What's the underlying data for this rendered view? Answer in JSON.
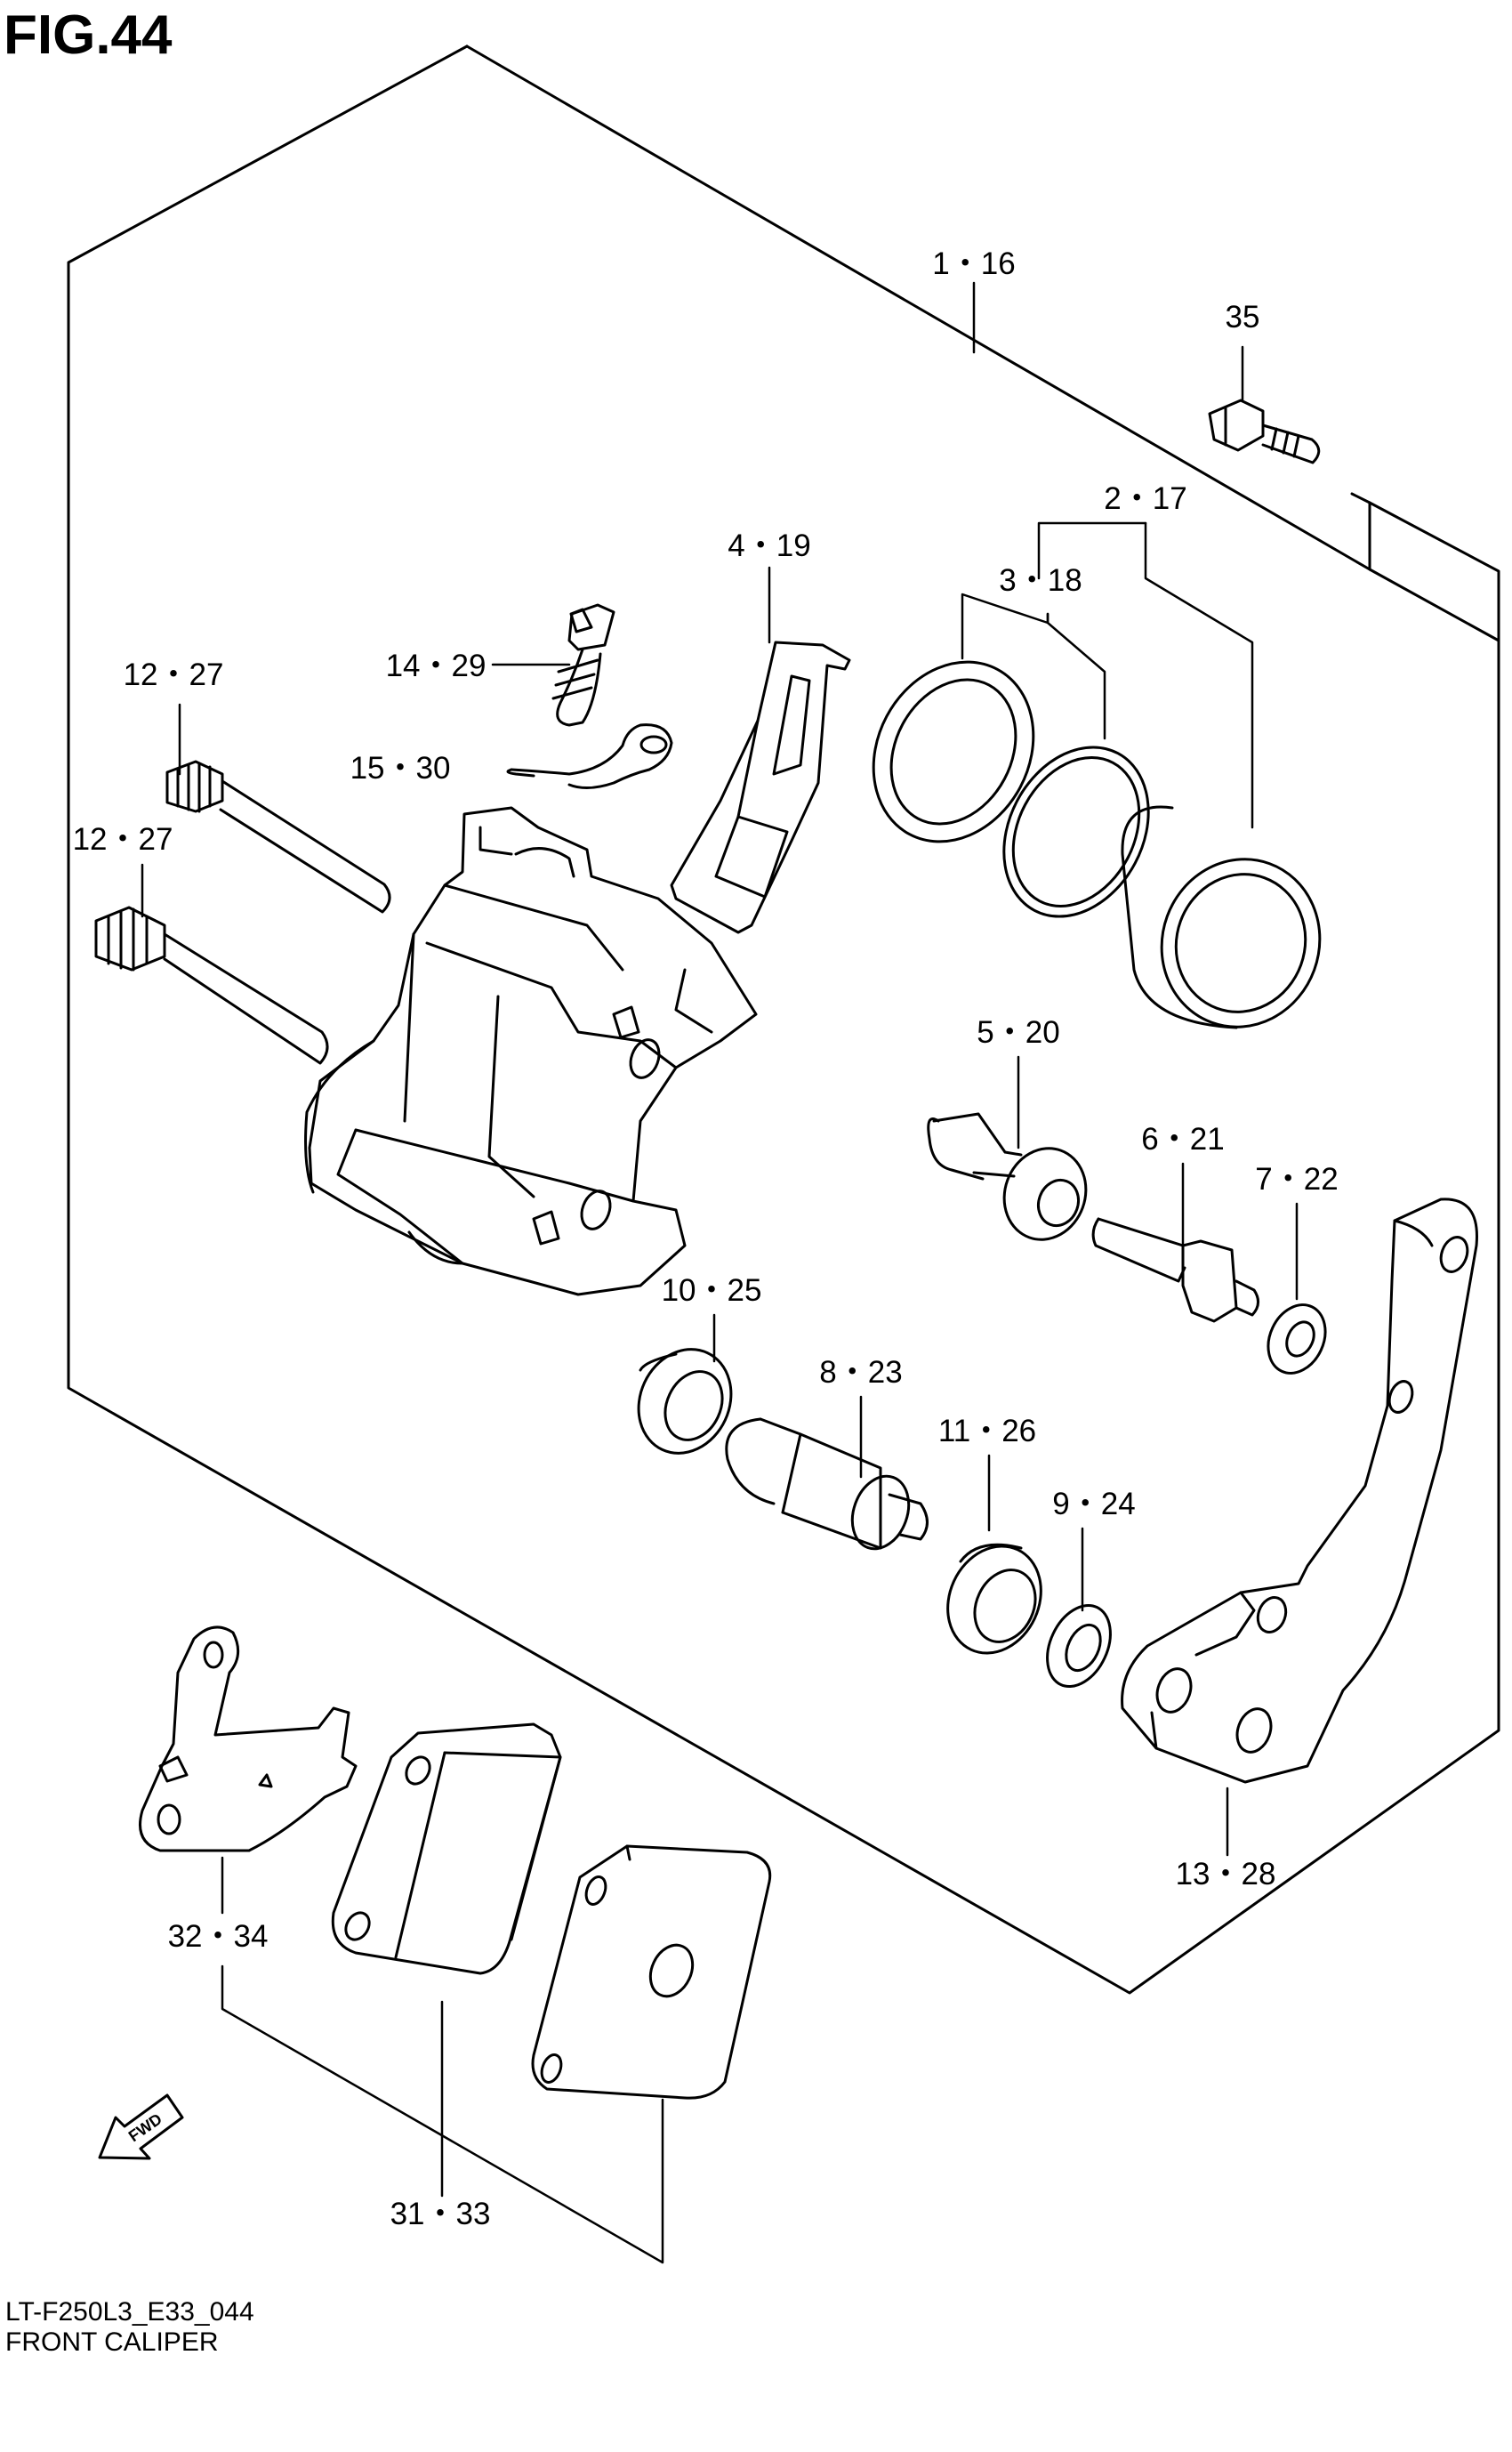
{
  "figure": {
    "title": "FIG.44",
    "code": "LT-F250L3_E33_044",
    "name": "FRONT CALIPER",
    "fwd_label": "FWD"
  },
  "callouts": [
    {
      "id": "c-1-16",
      "text": "1・16"
    },
    {
      "id": "c-35",
      "text": "35"
    },
    {
      "id": "c-2-17",
      "text": "2・17"
    },
    {
      "id": "c-3-18",
      "text": "3・18"
    },
    {
      "id": "c-4-19",
      "text": "4・19"
    },
    {
      "id": "c-14-29",
      "text": "14・29"
    },
    {
      "id": "c-15-30",
      "text": "15・30"
    },
    {
      "id": "c-12-27-a",
      "text": "12・27"
    },
    {
      "id": "c-12-27-b",
      "text": "12・27"
    },
    {
      "id": "c-5-20",
      "text": "5・20"
    },
    {
      "id": "c-6-21",
      "text": "6・21"
    },
    {
      "id": "c-7-22",
      "text": "7・22"
    },
    {
      "id": "c-10-25",
      "text": "10・25"
    },
    {
      "id": "c-8-23",
      "text": "8・23"
    },
    {
      "id": "c-11-26",
      "text": "11・26"
    },
    {
      "id": "c-9-24",
      "text": "9・24"
    },
    {
      "id": "c-13-28",
      "text": "13・28"
    },
    {
      "id": "c-32-34",
      "text": "32・34"
    },
    {
      "id": "c-31-33",
      "text": "31・33"
    }
  ]
}
